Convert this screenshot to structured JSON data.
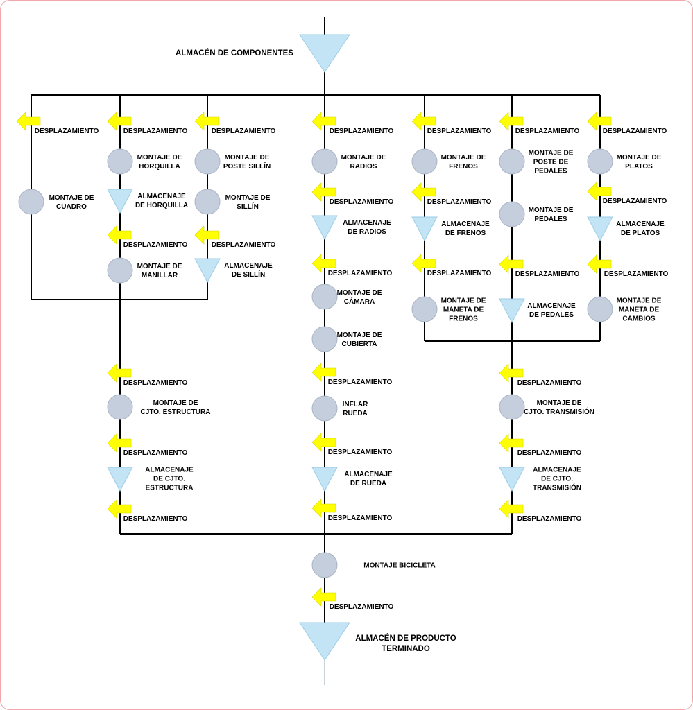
{
  "colors": {
    "line": "#000000",
    "operation": "#c5cedc",
    "storage": "#c2e4f5",
    "transport": "#ffff00"
  },
  "legend_icons": {
    "operation": "circle-operation-icon",
    "storage": "triangle-storage-icon",
    "transport": "arrow-transport-icon"
  },
  "source_store": {
    "lines": [
      "ALMACÉN DE COMPONENTES"
    ]
  },
  "final_store": {
    "lines": [
      "ALMACÉN DE PRODUCTO",
      "TERMINADO"
    ]
  },
  "nodes": [
    {
      "id": "t-cuadro",
      "type": "transport",
      "lines": [
        "DESPLAZAMIENTO"
      ]
    },
    {
      "id": "o-cuadro",
      "type": "operation",
      "lines": [
        "MONTAJE DE",
        "CUADRO"
      ]
    },
    {
      "id": "t-horq-1",
      "type": "transport",
      "lines": [
        "DESPLAZAMIENTO"
      ]
    },
    {
      "id": "o-horquilla",
      "type": "operation",
      "lines": [
        "MONTAJE DE",
        "HORQUILLA"
      ]
    },
    {
      "id": "s-horquilla",
      "type": "storage",
      "lines": [
        "ALMACENAJE",
        "DE HORQUILLA"
      ]
    },
    {
      "id": "t-horq-2",
      "type": "transport",
      "lines": [
        "DESPLAZAMIENTO"
      ]
    },
    {
      "id": "o-manillar",
      "type": "operation",
      "lines": [
        "MONTAJE DE",
        "MANILLAR"
      ]
    },
    {
      "id": "t-sillin-1",
      "type": "transport",
      "lines": [
        "DESPLAZAMIENTO"
      ]
    },
    {
      "id": "o-poste-sillin",
      "type": "operation",
      "lines": [
        "MONTAJE DE",
        "POSTE SILLÍN"
      ]
    },
    {
      "id": "o-sillin",
      "type": "operation",
      "lines": [
        "MONTAJE DE",
        "SILLÍN"
      ]
    },
    {
      "id": "t-sillin-2",
      "type": "transport",
      "lines": [
        "DESPLAZAMIENTO"
      ]
    },
    {
      "id": "s-sillin",
      "type": "storage",
      "lines": [
        "ALMACENAJE",
        "DE SILLÍN"
      ]
    },
    {
      "id": "t-estr-1",
      "type": "transport",
      "lines": [
        "DESPLAZAMIENTO"
      ]
    },
    {
      "id": "o-estructura",
      "type": "operation",
      "lines": [
        "MONTAJE DE",
        "CJTO. ESTRUCTURA"
      ]
    },
    {
      "id": "t-estr-2",
      "type": "transport",
      "lines": [
        "DESPLAZAMIENTO"
      ]
    },
    {
      "id": "s-estructura",
      "type": "storage",
      "lines": [
        "ALMACENAJE",
        "DE CJTO.",
        "ESTRUCTURA"
      ]
    },
    {
      "id": "t-estr-3",
      "type": "transport",
      "lines": [
        "DESPLAZAMIENTO"
      ]
    },
    {
      "id": "t-rueda-1",
      "type": "transport",
      "lines": [
        "DESPLAZAMIENTO"
      ]
    },
    {
      "id": "o-radios",
      "type": "operation",
      "lines": [
        "MONTAJE DE",
        "RADIOS"
      ]
    },
    {
      "id": "t-rueda-2",
      "type": "transport",
      "lines": [
        "DESPLAZAMIENTO"
      ]
    },
    {
      "id": "s-radios",
      "type": "storage",
      "lines": [
        "ALMACENAJE",
        "DE RADIOS"
      ]
    },
    {
      "id": "t-rueda-3",
      "type": "transport",
      "lines": [
        "DESPLAZAMIENTO"
      ]
    },
    {
      "id": "o-camara",
      "type": "operation",
      "lines": [
        "MONTAJE DE",
        "CÁMARA"
      ]
    },
    {
      "id": "o-cubierta",
      "type": "operation",
      "lines": [
        "MONTAJE DE",
        "CUBIERTA"
      ]
    },
    {
      "id": "t-rueda-4",
      "type": "transport",
      "lines": [
        "DESPLAZAMIENTO"
      ]
    },
    {
      "id": "o-inflar",
      "type": "operation",
      "lines": [
        "INFLAR",
        "RUEDA"
      ]
    },
    {
      "id": "t-rueda-5",
      "type": "transport",
      "lines": [
        "DESPLAZAMIENTO"
      ]
    },
    {
      "id": "s-rueda",
      "type": "storage",
      "lines": [
        "ALMACENAJE",
        "DE RUEDA"
      ]
    },
    {
      "id": "t-rueda-6",
      "type": "transport",
      "lines": [
        "DESPLAZAMIENTO"
      ]
    },
    {
      "id": "t-frenos-1",
      "type": "transport",
      "lines": [
        "DESPLAZAMIENTO"
      ]
    },
    {
      "id": "o-frenos",
      "type": "operation",
      "lines": [
        "MONTAJE DE",
        "FRENOS"
      ]
    },
    {
      "id": "t-frenos-2",
      "type": "transport",
      "lines": [
        "DESPLAZAMIENTO"
      ]
    },
    {
      "id": "s-frenos",
      "type": "storage",
      "lines": [
        "ALMACENAJE",
        "DE FRENOS"
      ]
    },
    {
      "id": "t-frenos-3",
      "type": "transport",
      "lines": [
        "DESPLAZAMIENTO"
      ]
    },
    {
      "id": "o-maneta-frenos",
      "type": "operation",
      "lines": [
        "MONTAJE DE",
        "MANETA DE",
        "FRENOS"
      ]
    },
    {
      "id": "t-pedales-1",
      "type": "transport",
      "lines": [
        "DESPLAZAMIENTO"
      ]
    },
    {
      "id": "o-poste-pedales",
      "type": "operation",
      "lines": [
        "MONTAJE DE",
        "POSTE DE",
        "PEDALES"
      ]
    },
    {
      "id": "o-pedales",
      "type": "operation",
      "lines": [
        "MONTAJE DE",
        "PEDALES"
      ]
    },
    {
      "id": "t-pedales-2",
      "type": "transport",
      "lines": [
        "DESPLAZAMIENTO"
      ]
    },
    {
      "id": "s-pedales",
      "type": "storage",
      "lines": [
        "ALMACENAJE",
        "DE PEDALES"
      ]
    },
    {
      "id": "t-platos-1",
      "type": "transport",
      "lines": [
        "DESPLAZAMIENTO"
      ]
    },
    {
      "id": "o-platos",
      "type": "operation",
      "lines": [
        "MONTAJE DE",
        "PLATOS"
      ]
    },
    {
      "id": "t-platos-2",
      "type": "transport",
      "lines": [
        "DESPLAZAMIENTO"
      ]
    },
    {
      "id": "s-platos",
      "type": "storage",
      "lines": [
        "ALMACENAJE",
        "DE PLATOS"
      ]
    },
    {
      "id": "t-platos-3",
      "type": "transport",
      "lines": [
        "DESPLAZAMIENTO"
      ]
    },
    {
      "id": "o-maneta-cambios",
      "type": "operation",
      "lines": [
        "MONTAJE DE",
        "MANETA DE",
        "CAMBIOS"
      ]
    },
    {
      "id": "t-trans-1",
      "type": "transport",
      "lines": [
        "DESPLAZAMIENTO"
      ]
    },
    {
      "id": "o-transmision",
      "type": "operation",
      "lines": [
        "MONTAJE DE",
        "CJTO. TRANSMISIÓN"
      ]
    },
    {
      "id": "t-trans-2",
      "type": "transport",
      "lines": [
        "DESPLAZAMIENTO"
      ]
    },
    {
      "id": "s-transmision",
      "type": "storage",
      "lines": [
        "ALMACENAJE",
        "DE CJTO.",
        "TRANSMISIÓN"
      ]
    },
    {
      "id": "t-trans-3",
      "type": "transport",
      "lines": [
        "DESPLAZAMIENTO"
      ]
    },
    {
      "id": "o-bicicleta",
      "type": "operation",
      "lines": [
        "MONTAJE BICICLETA"
      ]
    },
    {
      "id": "t-final",
      "type": "transport",
      "lines": [
        "DESPLAZAMIENTO"
      ]
    }
  ]
}
